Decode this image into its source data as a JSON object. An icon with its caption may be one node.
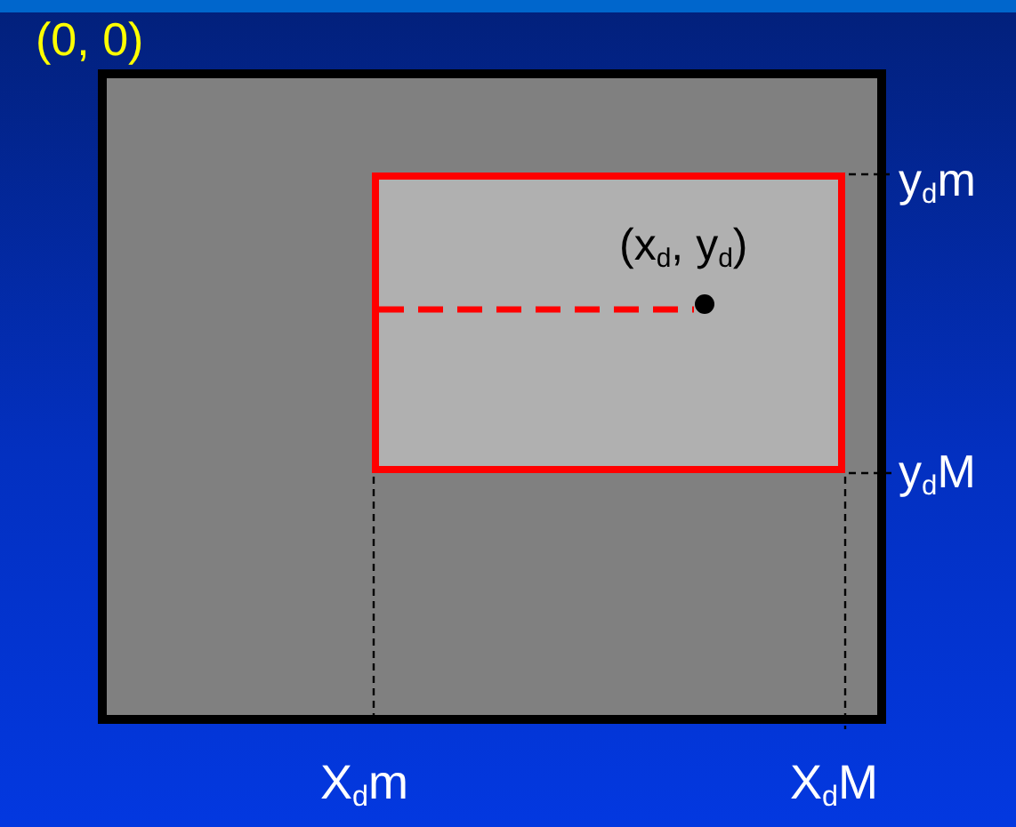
{
  "diagram": {
    "nodes": [
      {
        "text": [],
        "shape": "box"
      },
      {
        "text": [],
        "shape": "box",
        "in": 0
      }
    ],
    "labels": [
      "(0, 0)",
      "y$_{d}$m",
      "(x$_{d}$, y$_{d}$)",
      "y$_{d}$M",
      "X$_{d}$m",
      "X$_{d}$M"
    ]
  }
}
